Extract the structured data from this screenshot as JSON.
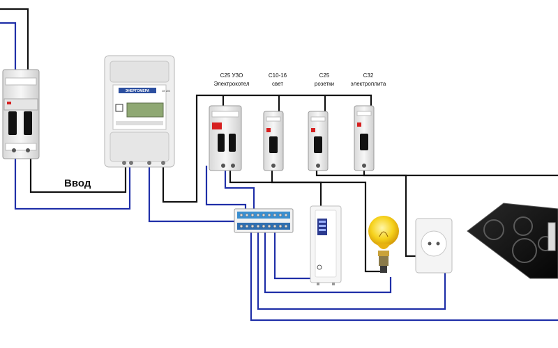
{
  "input_label": "Ввод",
  "meter": {
    "brand": "ЭНЕРГОМЕРА",
    "model": "CE 200"
  },
  "breakers": [
    {
      "rating": "C25 УЗО",
      "purpose": "Электрокотел"
    },
    {
      "rating": "C10-16",
      "purpose": "свет"
    },
    {
      "rating": "C25",
      "purpose": "розетки"
    },
    {
      "rating": "C32",
      "purpose": "электроплита"
    }
  ],
  "colors": {
    "phase_wire": "#111111",
    "neutral_wire": "#1f2fa8",
    "busbar": "#3a8fd0",
    "lamp_glow": "#f6d21c",
    "cooktop": "#111111"
  },
  "icons": [
    "double-pole-breaker-icon",
    "electricity-meter-icon",
    "rcd-breaker-icon",
    "circuit-breaker-icon",
    "neutral-busbar-icon",
    "electric-boiler-icon",
    "light-bulb-icon",
    "socket-icon",
    "cooktop-icon"
  ]
}
